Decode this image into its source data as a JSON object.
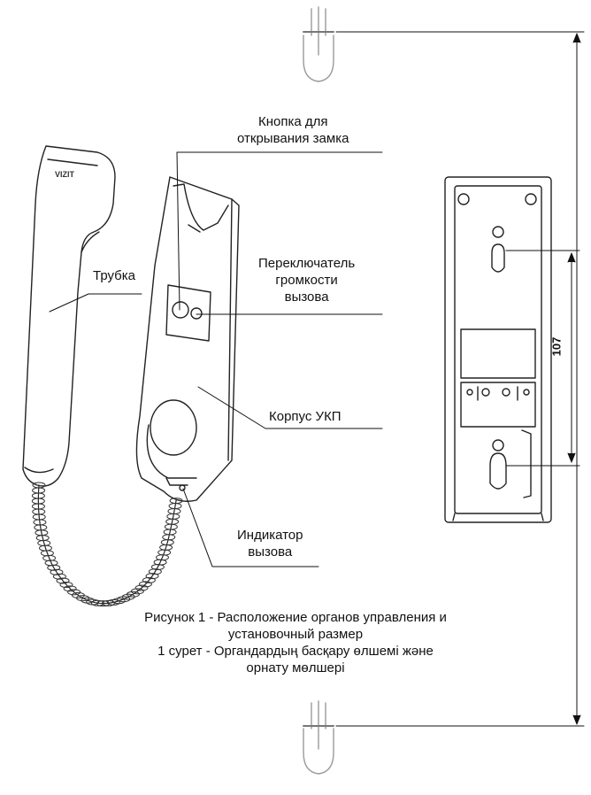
{
  "labels": {
    "lock_button": [
      "Кнопка для",
      "открывания замка"
    ],
    "handset": "Трубка",
    "volume_switch": [
      "Переключатель",
      "громкости",
      "вызова"
    ],
    "housing": "Корпус УКП",
    "indicator": [
      "Индикатор",
      "вызова"
    ]
  },
  "brand": "VIZIT",
  "dimension": "107",
  "caption": [
    "Рисунок 1 - Расположение органов управления и",
    "установочный размер",
    "1 сурет - Органдардың басқару өлшемі және",
    "орнату мөлшері"
  ]
}
